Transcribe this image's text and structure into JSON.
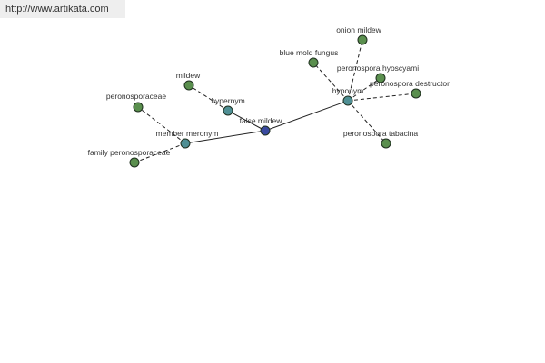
{
  "site_link": "http://www.artikata.com",
  "colors": {
    "leaf": "#5a8f4e",
    "relation": "#4f8f94",
    "center": "#3a4aa0",
    "edge": "#222222"
  },
  "nodes": [
    {
      "id": "false_mildew",
      "label": "false mildew",
      "kind": "center"
    },
    {
      "id": "member_meronym",
      "label": "member meronym",
      "kind": "relation"
    },
    {
      "id": "hypernym",
      "label": "hypernym",
      "kind": "relation"
    },
    {
      "id": "hyponym",
      "label": "hyponym",
      "kind": "relation"
    },
    {
      "id": "peronosporaceae",
      "label": "peronosporaceae",
      "kind": "leaf"
    },
    {
      "id": "family_peronosporaceae",
      "label": "family peronosporaceae",
      "kind": "leaf"
    },
    {
      "id": "mildew",
      "label": "mildew",
      "kind": "leaf"
    },
    {
      "id": "onion_mildew",
      "label": "onion mildew",
      "kind": "leaf"
    },
    {
      "id": "blue_mold_fungus",
      "label": "blue mold fungus",
      "kind": "leaf"
    },
    {
      "id": "peronospora_hyoscyami",
      "label": "peronospora hyoscyami",
      "kind": "leaf"
    },
    {
      "id": "peronospora_destructor",
      "label": "peronospora destructor",
      "kind": "leaf"
    },
    {
      "id": "peronospora_tabacina",
      "label": "peronospora tabacina",
      "kind": "leaf"
    }
  ],
  "edges": [
    {
      "from": "false_mildew",
      "to": "member_meronym",
      "style": "solid"
    },
    {
      "from": "false_mildew",
      "to": "hypernym",
      "style": "solid"
    },
    {
      "from": "false_mildew",
      "to": "hyponym",
      "style": "solid"
    },
    {
      "from": "member_meronym",
      "to": "peronosporaceae",
      "style": "dashed"
    },
    {
      "from": "member_meronym",
      "to": "family_peronosporaceae",
      "style": "dashed"
    },
    {
      "from": "hypernym",
      "to": "mildew",
      "style": "dashed"
    },
    {
      "from": "hyponym",
      "to": "onion_mildew",
      "style": "dashed"
    },
    {
      "from": "hyponym",
      "to": "blue_mold_fungus",
      "style": "dashed"
    },
    {
      "from": "hyponym",
      "to": "peronospora_hyoscyami",
      "style": "dashed"
    },
    {
      "from": "hyponym",
      "to": "peronospora_destructor",
      "style": "dashed"
    },
    {
      "from": "hyponym",
      "to": "peronospora_tabacina",
      "style": "dashed"
    }
  ]
}
